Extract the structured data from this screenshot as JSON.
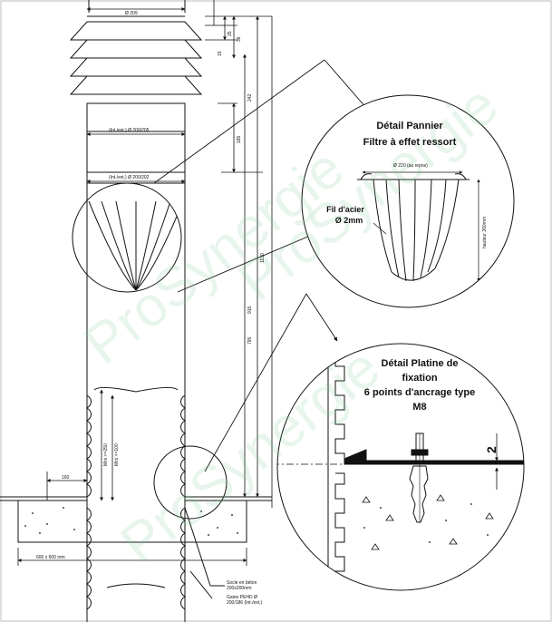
{
  "colors": {
    "line": "#111111",
    "accent": "#1e9bd7",
    "watermark": "#8fd3a8"
  },
  "watermark": "ProSynergie",
  "dims": {
    "top_diameter": "Ø 209",
    "inner_dia_1": "(Int./ext.) Ø 200/205",
    "inner_dia_2": "(Int./ext.) Ø 200/202",
    "v_15": "15",
    "v_25": "25",
    "v_36": "36",
    "v_242": "242",
    "v_185": "185",
    "v_1130": "1130",
    "v_915": "915",
    "v_795": "795",
    "depth_left": "Mini >=250",
    "depth_right": "Mini >=100",
    "width_160": "160",
    "slab": "600 x 600 mm",
    "basket_dia": "Ø 220 (au repos)",
    "basket_height": "hauteur 260mm",
    "gap": "2"
  },
  "detail_basket": {
    "title_line1": "Détail Pannier",
    "title_line2": "Filtre à effet ressort",
    "wire_line1": "Fil d'acier",
    "wire_line2": "Ø 2mm"
  },
  "detail_plate": {
    "title_line1": "Détail Platine de",
    "title_line2": "fixation",
    "title_line3": "6 points d'ancrage type",
    "title_line4": "M8"
  },
  "notes": {
    "socle_line1": "Socle en béton",
    "socle_line2": "200x200mm",
    "gaine_line1": "Gaine PEHD Ø",
    "gaine_line2": "200/186 (Int./ext.)"
  }
}
